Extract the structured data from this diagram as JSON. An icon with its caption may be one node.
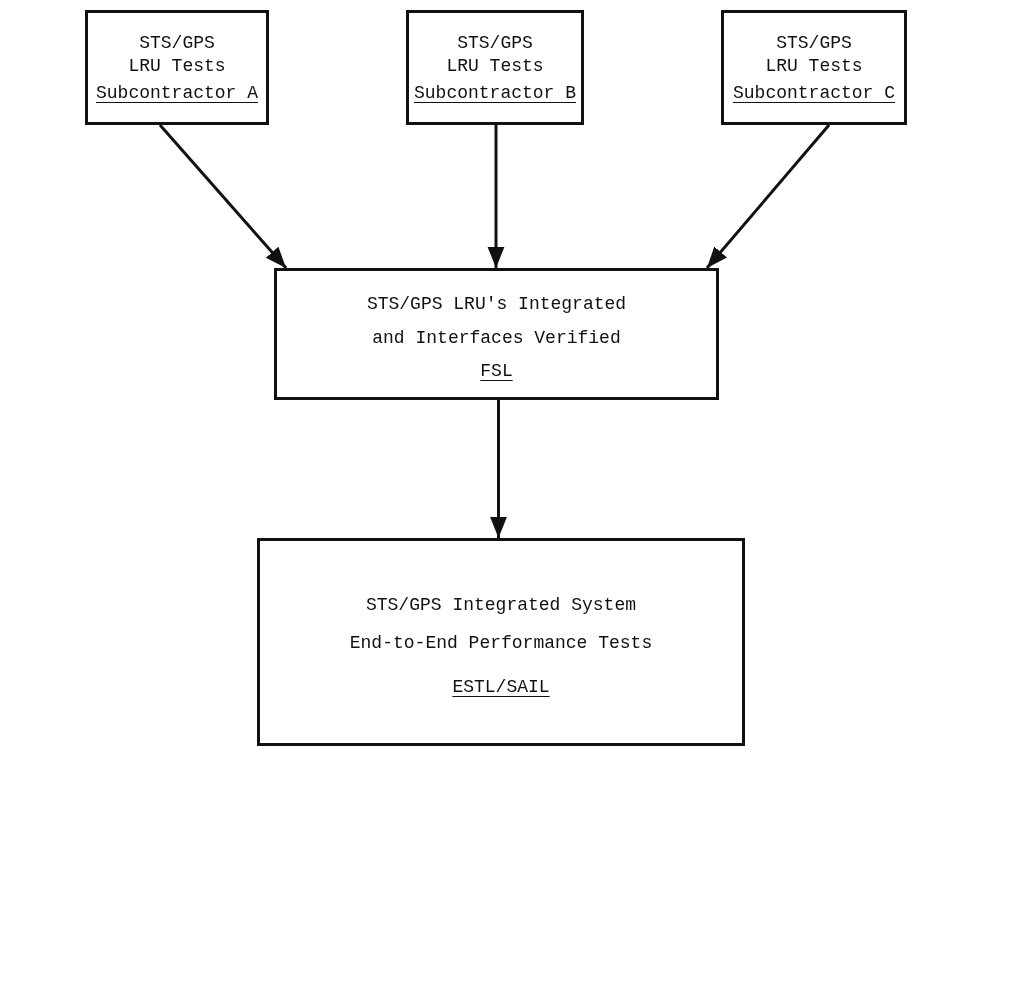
{
  "diagram": {
    "nodes": [
      {
        "text": [
          "STS/GPS LRU Tests",
          "Subcontractor A"
        ]
      },
      {
        "text": [
          "STS/GPS LRU Tests",
          "Subcontractor B"
        ]
      },
      {
        "text": [
          "STS/GPS LRU Tests",
          "Subcontractor C"
        ]
      },
      {
        "text": [
          "STS/GPS LRU's Integrated and Interfaces Verified",
          "FSL"
        ]
      },
      {
        "text": [
          "STS/GPS Integrated System End-to-End Performance Tests",
          "ESTL/SAIL"
        ]
      }
    ],
    "edges": [
      {
        "from": 0,
        "to": 3,
        "arrow": "to"
      },
      {
        "from": 1,
        "to": 3,
        "arrow": "to"
      },
      {
        "from": 2,
        "to": 3,
        "arrow": "to"
      },
      {
        "from": 3,
        "to": 4,
        "arrow": "to"
      }
    ]
  }
}
